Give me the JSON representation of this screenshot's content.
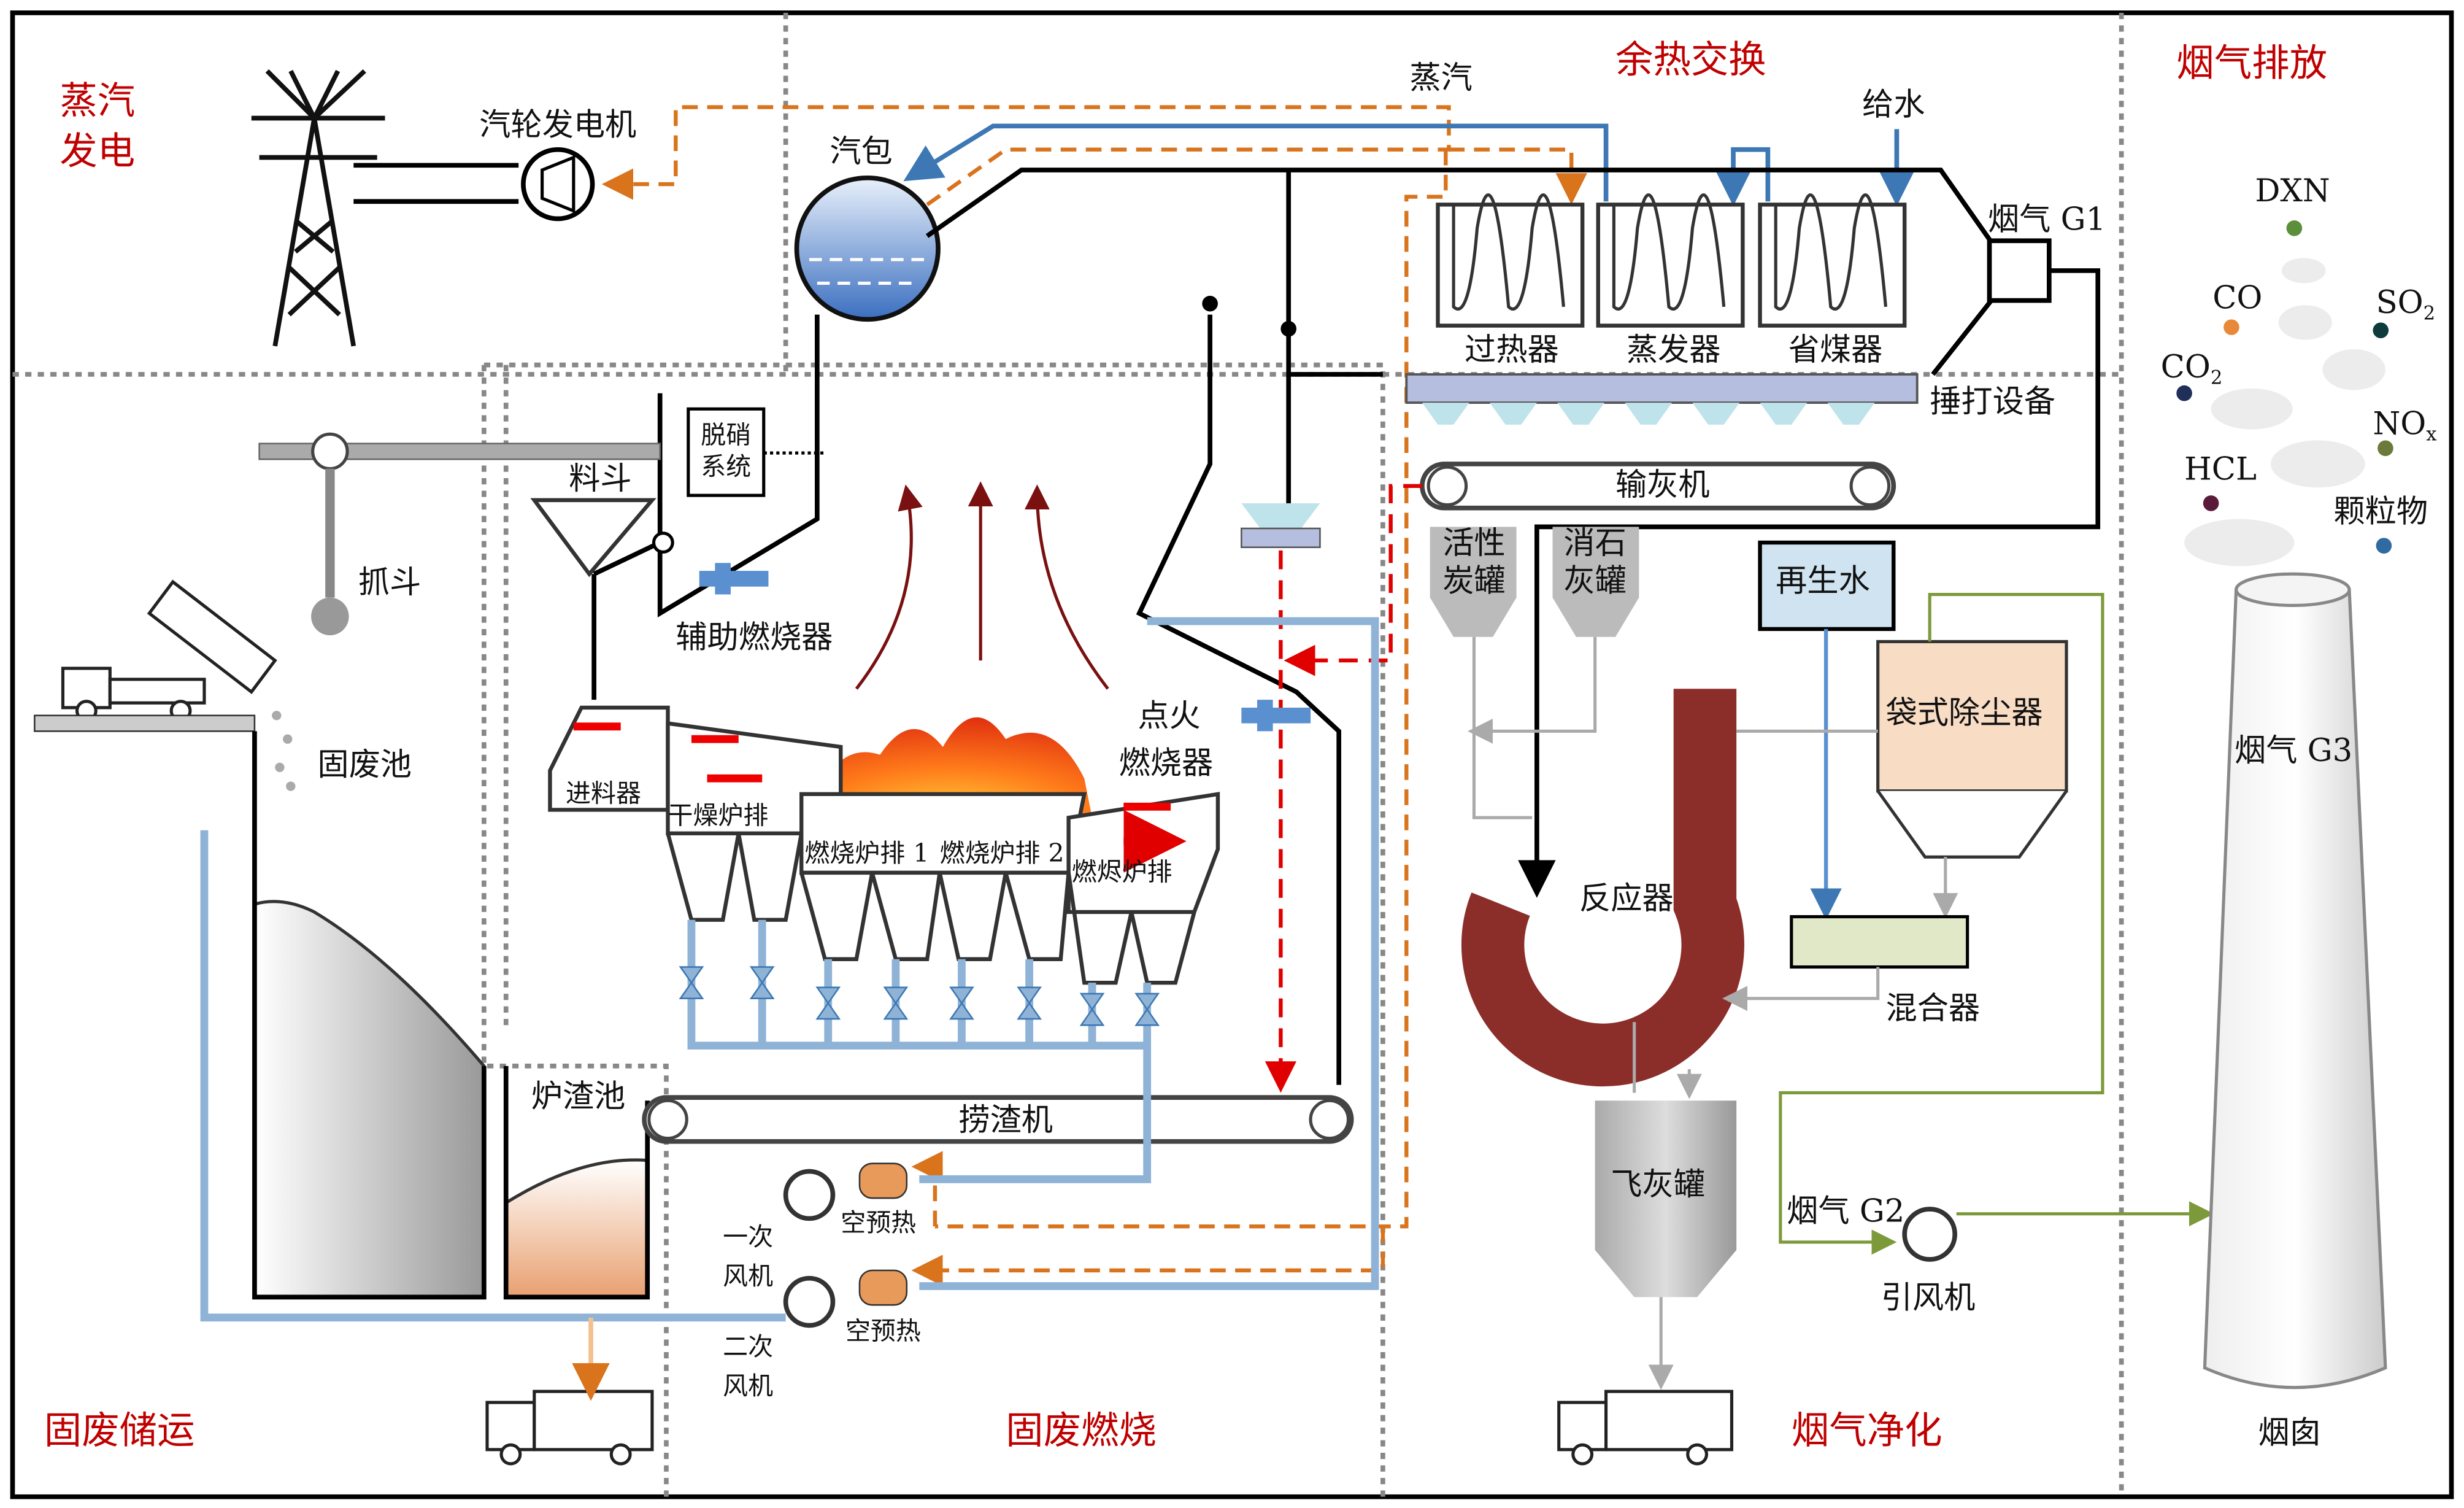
{
  "sections": {
    "steam_power_line1": "蒸汽",
    "steam_power_line2": "发电",
    "heat_exchange": "余热交换",
    "flue_emission": "烟气排放",
    "waste_storage": "固废储运",
    "waste_combustion": "固废燃烧",
    "flue_cleaning": "烟气净化"
  },
  "labels": {
    "turbine_generator": "汽轮发电机",
    "steam": "蒸汽",
    "feed_water": "给水",
    "drum": "汽包",
    "flue_g1": "烟气 G1",
    "superheater": "过热器",
    "evaporator": "蒸发器",
    "economizer": "省煤器",
    "rapping": "捶打设备",
    "ash_conveyor": "输灰机",
    "hopper": "料斗",
    "denox_1": "脱硝",
    "denox_2": "系统",
    "grab": "抓斗",
    "aux_burner": "辅助燃烧器",
    "waste_pit": "固废池",
    "ignition_1": "点火",
    "ignition_2": "燃烧器",
    "feeder": "进料器",
    "drying_grate": "干燥炉排",
    "combustion_grate_1": "燃烧炉排 1",
    "combustion_grate_2": "燃烧炉排 2",
    "burnout_grate": "燃烬炉排",
    "activated_carbon_1": "活性",
    "activated_carbon_2": "炭罐",
    "lime_1": "消石",
    "lime_2": "灰罐",
    "recycled_water": "再生水",
    "baghouse": "袋式除尘器",
    "reactor": "反应器",
    "mixer": "混合器",
    "slag_pit": "炉渣池",
    "slag_extractor": "捞渣机",
    "primary_fan_1": "一次",
    "primary_fan_2": "风机",
    "air_preheater_1": "空预热",
    "secondary_fan_1": "二次",
    "secondary_fan_2": "风机",
    "air_preheater_2": "空预热",
    "fly_ash_tank": "飞灰罐",
    "flue_g2": "烟气 G2",
    "induced_fan": "引风机",
    "flue_g3": "烟气 G3",
    "chimney": "烟囱"
  },
  "pollutants": [
    {
      "label": "DXN",
      "color": "#5b8f3a"
    },
    {
      "label": "CO",
      "color": "#e8893a"
    },
    {
      "label": "SO",
      "sub": "2",
      "color": "#0e3b3b"
    },
    {
      "label": "CO",
      "sub": "2",
      "color": "#1f2f5a"
    },
    {
      "label": "NO",
      "sub": "x",
      "color": "#6b7a3a"
    },
    {
      "label": "HCL",
      "color": "#5a1a3a"
    },
    {
      "label": "颗粒物",
      "color": "#2f6aa0"
    }
  ],
  "colors": {
    "section_title": "#c00000",
    "steam_line": "#d9731c",
    "water_line": "#3d78b4",
    "air_pipe": "#8fb3d6",
    "flue_red": "#e00000",
    "reactor": "#8b2e2a",
    "green_line": "#7d9a3a"
  }
}
